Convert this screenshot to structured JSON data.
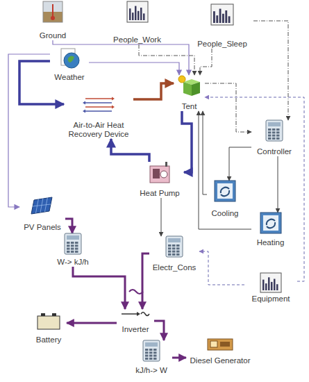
{
  "diagram": {
    "nodes": [
      {
        "text": [
          "Ground"
        ]
      },
      {
        "text": [
          "People_Work"
        ]
      },
      {
        "text": [
          "People_Sleep"
        ]
      },
      {
        "text": [
          "Weather"
        ]
      },
      {
        "text": [
          "Tent"
        ]
      },
      {
        "text": [
          "Air-to-Air Heat Recovery Device"
        ]
      },
      {
        "text": [
          "Controller"
        ]
      },
      {
        "text": [
          "Heat Pump"
        ]
      },
      {
        "text": [
          "Cooling"
        ]
      },
      {
        "text": [
          "Heating"
        ]
      },
      {
        "text": [
          "PV Panels"
        ]
      },
      {
        "text": [
          "W-> kJ/h"
        ]
      },
      {
        "text": [
          "Electr_Cons"
        ]
      },
      {
        "text": [
          "Equipment"
        ]
      },
      {
        "text": [
          "Battery"
        ]
      },
      {
        "text": [
          "Inverter"
        ]
      },
      {
        "text": [
          "kJ/h-> W"
        ]
      },
      {
        "text": [
          "Diesel Generator"
        ]
      }
    ],
    "edges": [
      {
        "from": 3,
        "to": 5,
        "arrow": "to"
      },
      {
        "from": 5,
        "to": 4,
        "arrow": "to"
      },
      {
        "from": 4,
        "to": 7,
        "arrow": "to"
      },
      {
        "from": 7,
        "to": 5,
        "arrow": "to"
      },
      {
        "from": 0,
        "to": 4,
        "arrow": "to"
      },
      {
        "from": 3,
        "to": 4,
        "arrow": "to"
      },
      {
        "from": 3,
        "to": 10,
        "arrow": "to"
      },
      {
        "from": 1,
        "to": 4,
        "arrow": "to"
      },
      {
        "from": 2,
        "to": 4,
        "arrow": "to"
      },
      {
        "from": 2,
        "to": 6,
        "arrow": "to"
      },
      {
        "from": 4,
        "to": 6,
        "arrow": "to"
      },
      {
        "from": 6,
        "to": 8,
        "arrow": "to"
      },
      {
        "from": 6,
        "to": 9,
        "arrow": "to"
      },
      {
        "from": 8,
        "to": 4,
        "arrow": "to"
      },
      {
        "from": 9,
        "to": 4,
        "arrow": "to"
      },
      {
        "from": 13,
        "to": 4,
        "arrow": "to"
      },
      {
        "from": 13,
        "to": 12,
        "arrow": "to"
      },
      {
        "from": 7,
        "to": 12,
        "arrow": "to"
      },
      {
        "from": 10,
        "to": 11,
        "arrow": "to"
      },
      {
        "from": 11,
        "to": 15,
        "arrow": "to"
      },
      {
        "from": 12,
        "to": 15,
        "arrow": "to"
      },
      {
        "from": 15,
        "to": 14,
        "arrow": "to"
      },
      {
        "from": 15,
        "to": 16,
        "arrow": "to"
      },
      {
        "from": 16,
        "to": 17,
        "arrow": "to"
      }
    ]
  }
}
